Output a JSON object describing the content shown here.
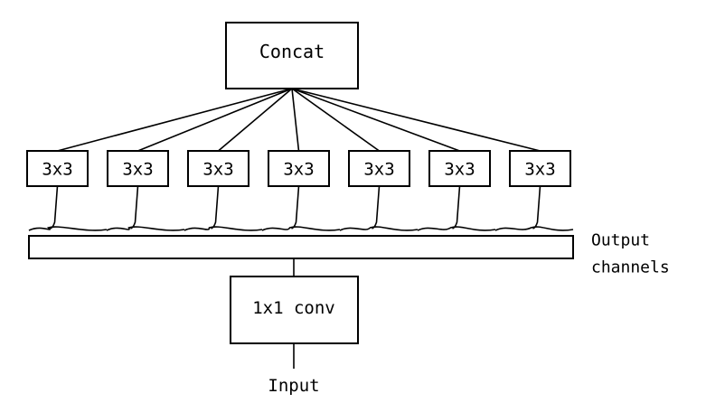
{
  "diagram": {
    "concat_label": "Concat",
    "branch_labels": [
      "3x3",
      "3x3",
      "3x3",
      "3x3",
      "3x3",
      "3x3",
      "3x3"
    ],
    "output_label_line1": "Output",
    "output_label_line2": "channels",
    "conv_label": "1x1 conv",
    "input_label": "Input"
  }
}
